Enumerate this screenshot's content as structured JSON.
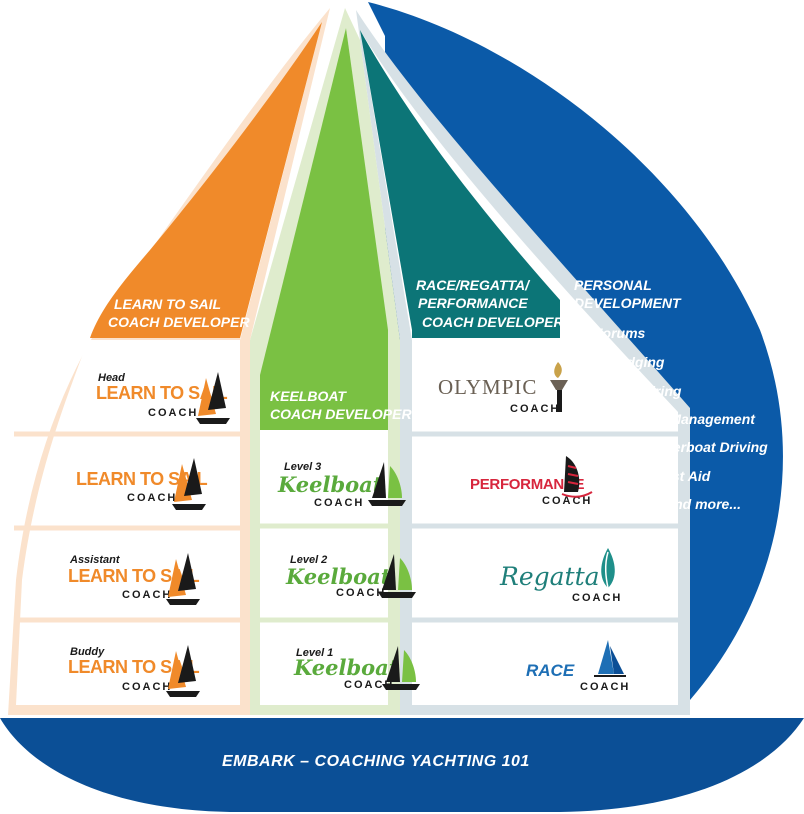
{
  "columns": {
    "learn_to_sail": {
      "header_line1": "LEARN TO SAIL",
      "header_line2": "COACH DEVELOPER",
      "color": "#f08a2a",
      "cards": [
        {
          "prefix": "Head",
          "title": "LEARN TO SAIL",
          "suffix": "COACH"
        },
        {
          "prefix": "",
          "title": "LEARN TO SAIL",
          "suffix": "COACH"
        },
        {
          "prefix": "Assistant",
          "title": "LEARN TO SAIL",
          "suffix": "COACH"
        },
        {
          "prefix": "Buddy",
          "title": "LEARN TO SAIL",
          "suffix": "COACH"
        }
      ]
    },
    "keelboat": {
      "header_line1": "KEELBOAT",
      "header_line2": "COACH DEVELOPER",
      "color": "#7ac143",
      "cards": [
        {
          "prefix": "Level 3",
          "title": "Keelboat",
          "suffix": "COACH"
        },
        {
          "prefix": "Level 2",
          "title": "Keelboat",
          "suffix": "COACH"
        },
        {
          "prefix": "Level 1",
          "title": "Keelboat",
          "suffix": "COACH"
        }
      ]
    },
    "race": {
      "header_line1": "RACE/REGATTA/",
      "header_line2": "PERFORMANCE",
      "header_line3": "COACH DEVELOPER",
      "color": "#0c7577",
      "cards": [
        {
          "title": "OLYMPIC",
          "suffix": "COACH"
        },
        {
          "title": "PERFORMANCE",
          "suffix": "COACH"
        },
        {
          "title": "Regatta",
          "suffix": "COACH"
        },
        {
          "title": "RACE",
          "suffix": "COACH"
        }
      ]
    },
    "personal": {
      "header_line1": "PERSONAL",
      "header_line2": "DEVELOPMENT",
      "color": "#0b5aa8",
      "items": [
        "Forums",
        "Judging",
        "Umpiring",
        "Race Management",
        "Powerboat Driving",
        "First Aid",
        "And more..."
      ]
    }
  },
  "base": {
    "label": "EMBARK – COACHING YACHTING 101",
    "color": "#0b4f96"
  }
}
